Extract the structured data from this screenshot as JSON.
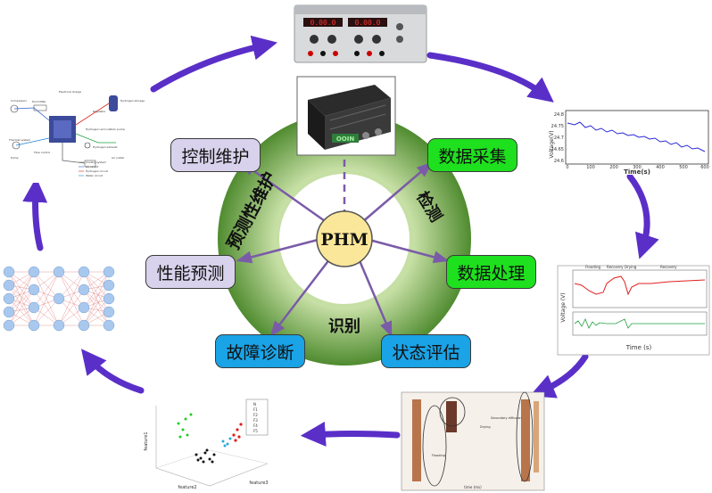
{
  "center": {
    "label": "PHM"
  },
  "ring_labels": {
    "predictive": "预测性维护",
    "detect": "检测",
    "identify": "识别"
  },
  "nodes": {
    "control": "控制维护",
    "performance": "性能预测",
    "fault": "故障诊断",
    "state": "状态评估",
    "collect": "数据采集",
    "process": "数据处理"
  },
  "thumbnails": {
    "power_supply": {
      "display_left": "0.00.0",
      "display_right": "0.00.0"
    },
    "stack": {
      "label": "OOIN"
    },
    "voltage_chart": {
      "ylabel": "Voltage(V)",
      "xlabel": "Time(s)",
      "yticks": [
        "24.8",
        "24.75",
        "24.7",
        "24.65",
        "24.6"
      ],
      "xticks": [
        "0",
        "100",
        "200",
        "300",
        "400",
        "500",
        "600"
      ]
    },
    "processed_chart": {
      "ylabel": "Voltage (V)",
      "xlabel": "Time (s)",
      "phase_labels": [
        "Flooding",
        "Recovery",
        "Drying",
        "Recovery"
      ]
    },
    "spectrogram": {
      "xlabel": "time (ms)",
      "annotations": [
        "Flooding",
        "Drying",
        "Secondary diffusion"
      ]
    },
    "scatter3d": {
      "axis_labels": [
        "feature1",
        "feature2",
        "feature3"
      ],
      "legend": [
        "N",
        "F1",
        "F2",
        "F3",
        "F4",
        "F5"
      ]
    },
    "system": {
      "labels": [
        "Compressor",
        "Humidifier",
        "Electrical charge",
        "Hydrogen storage",
        "Regulator",
        "Hydrogen recirculation pump",
        "Hydrogen exhaust",
        "Thermal system",
        "Flow control",
        "Pump",
        "Air outlet"
      ],
      "legend": [
        "Cooling system",
        "Air circuit",
        "Hydrogen circuit",
        "Water circuit"
      ]
    }
  },
  "colors": {
    "ring_dark": "#4e8a2e",
    "ring_light": "#c6dfa4",
    "center": "#fbe79a",
    "arrow": "#5a2fc8",
    "spoke": "#7a5ba8"
  }
}
